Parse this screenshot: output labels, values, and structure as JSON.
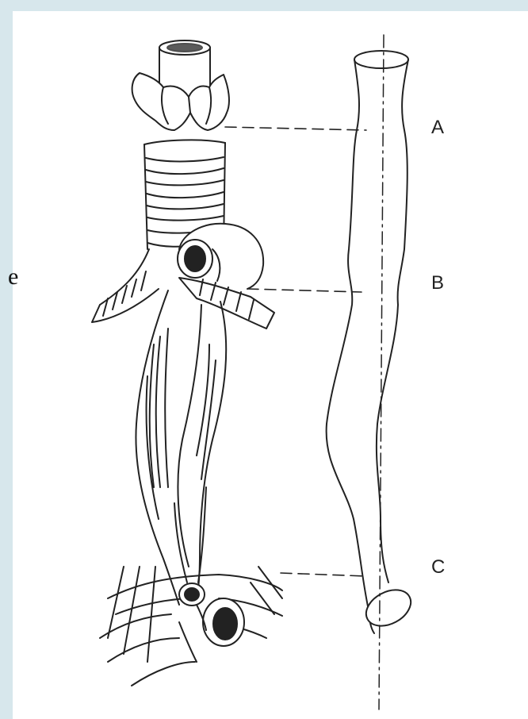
{
  "slide": {
    "clipped_text": "e",
    "colors": {
      "frame": "#d7e7ec",
      "panel": "#ffffff",
      "ink": "#222222"
    }
  },
  "diagram": {
    "illustrations": [
      "esophagus-trachea-drawing",
      "esophagus-outline-drawing"
    ],
    "constrictions": [
      {
        "id": "A",
        "label": "A"
      },
      {
        "id": "B",
        "label": "B"
      },
      {
        "id": "C",
        "label": "C"
      }
    ]
  }
}
